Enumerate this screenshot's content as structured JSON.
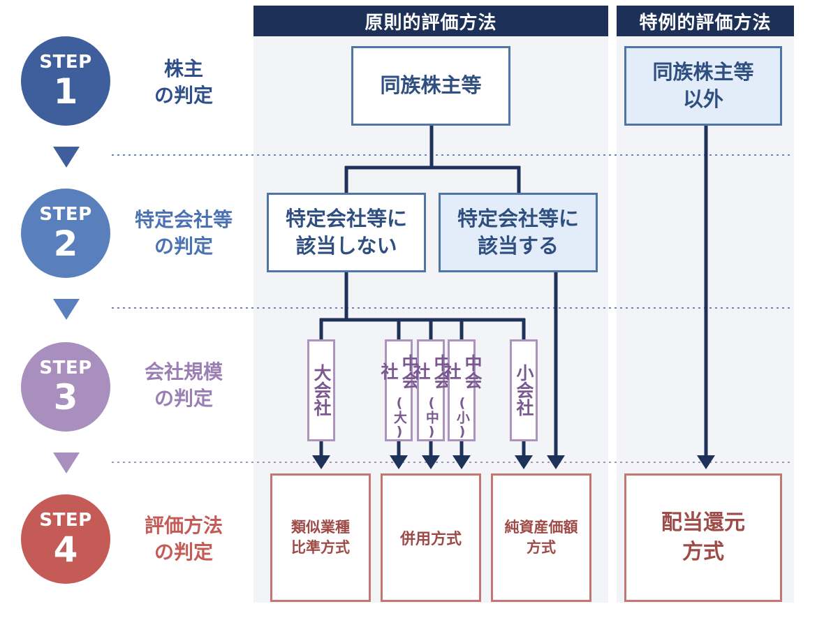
{
  "headers": {
    "principle": "原則的評価方法",
    "special": "特例的評価方法"
  },
  "steps": [
    {
      "step": "STEP",
      "number": "1",
      "label": [
        "株主",
        "の判定"
      ],
      "color": "#3f5f9c"
    },
    {
      "step": "STEP",
      "number": "2",
      "label": [
        "特定会社等",
        "の判定"
      ],
      "color": "#5a7fbd"
    },
    {
      "step": "STEP",
      "number": "3",
      "label": [
        "会社規模",
        "の判定"
      ],
      "color": "#a98fbe"
    },
    {
      "step": "STEP",
      "number": "4",
      "label": [
        "評価方法",
        "の判定"
      ],
      "color": "#c45b57"
    }
  ],
  "step1": {
    "family": "同族株主等",
    "other": [
      "同族株主等",
      "以外"
    ]
  },
  "step2": {
    "not_applicable": [
      "特定会社等に",
      "該当しない"
    ],
    "applicable": [
      "特定会社等に",
      "該当する"
    ]
  },
  "step3": {
    "large": "大会社",
    "medium_large": {
      "main": "中会社",
      "sub": "(大)"
    },
    "medium_medium": {
      "main": "中会社",
      "sub": "(中)"
    },
    "medium_small": {
      "main": "中会社",
      "sub": "(小)"
    },
    "small": "小会社"
  },
  "step4": {
    "similar_industry": [
      "類似業種",
      "比準方式"
    ],
    "combined": "併用方式",
    "net_assets": [
      "純資産価額",
      "方式"
    ],
    "dividend": [
      "配当還元",
      "方式"
    ]
  },
  "colors": {
    "navy": "#1d3057",
    "connector": "#1e3159",
    "blue_border": "#4f75a6",
    "purple_border": "#ab93bb",
    "red_border": "#c47672"
  }
}
